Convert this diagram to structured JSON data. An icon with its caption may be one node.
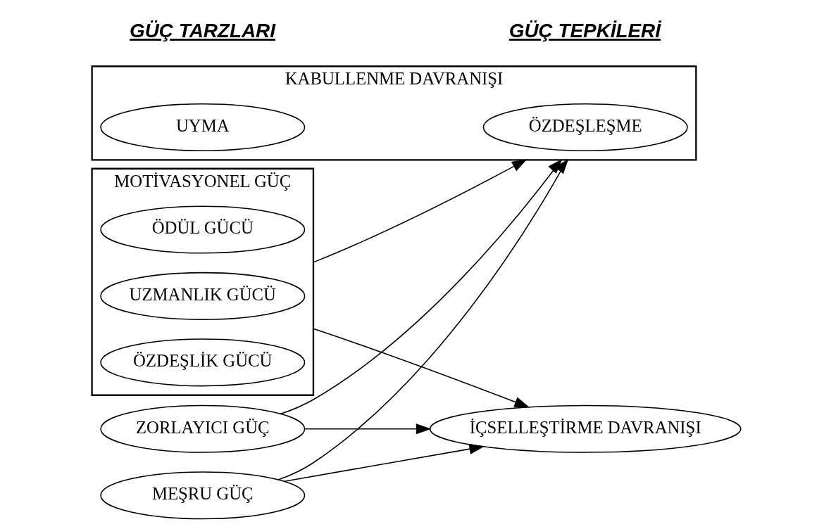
{
  "diagram": {
    "nodes": [
      {
        "text": [
          "MOTİVASYONEL GÜÇ"
        ]
      },
      {
        "text": [
          "ÖDÜL GÜCÜ"
        ],
        "in": 0
      },
      {
        "text": [
          "UZMANLIK GÜCÜ"
        ],
        "in": 0
      },
      {
        "text": [
          "ÖZDEŞLİK GÜCÜ"
        ],
        "in": 0
      },
      {
        "text": [
          "ZORLAYICI GÜÇ"
        ]
      },
      {
        "text": [
          "MEŞRU GÜÇ"
        ]
      },
      {
        "text": [
          "KABULLENME DAVRANIŞI"
        ]
      },
      {
        "text": [
          "UYMA"
        ],
        "in": 6
      },
      {
        "text": [
          "ÖZDEŞLEŞME"
        ],
        "in": 6
      },
      {
        "text": [
          "İÇSELLEŞTİRME DAVRANIŞI"
        ]
      }
    ],
    "edges": [
      {
        "from": 0,
        "to": 6,
        "arrow": "to"
      },
      {
        "from": 0,
        "to": 9,
        "arrow": "to"
      },
      {
        "from": 4,
        "to": 6,
        "arrow": "to"
      },
      {
        "from": 4,
        "to": 9,
        "arrow": "to"
      },
      {
        "from": 5,
        "to": 6,
        "arrow": "to"
      },
      {
        "from": 5,
        "to": 9,
        "arrow": "to"
      }
    ],
    "labels": [
      "GÜÇ TARZLARI",
      "GÜÇ TEPKİLERİ"
    ]
  }
}
